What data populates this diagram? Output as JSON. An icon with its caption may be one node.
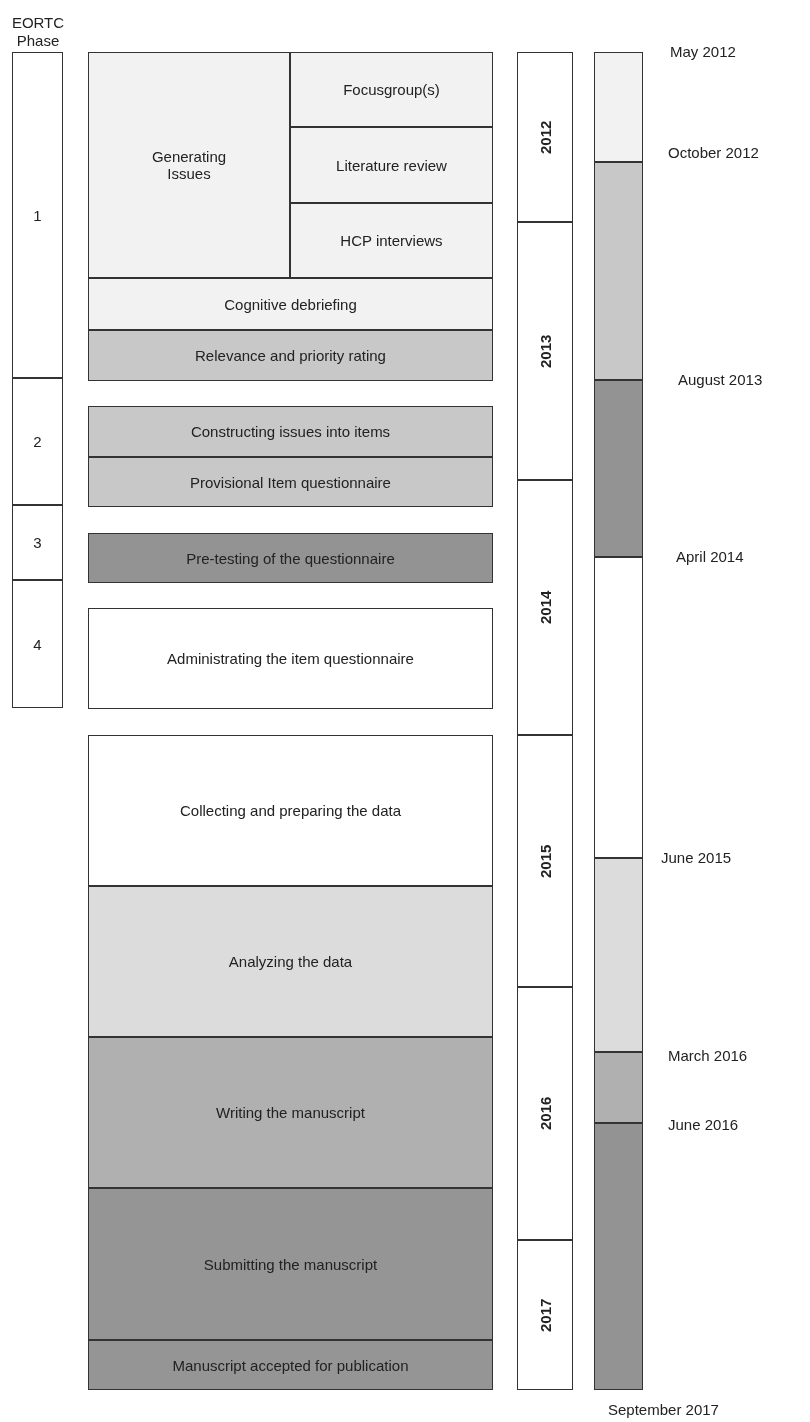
{
  "diagram": {
    "nodes": [
      {
        "text": [
          "1"
        ]
      },
      {
        "text": [
          "2"
        ]
      },
      {
        "text": [
          "3"
        ]
      },
      {
        "text": [
          "4"
        ]
      },
      {
        "text": [
          "Generating Issues"
        ]
      },
      {
        "text": [
          "Focusgroup(s)"
        ]
      },
      {
        "text": [
          "Literature review"
        ]
      },
      {
        "text": [
          "HCP interviews"
        ]
      },
      {
        "text": [
          "Cognitive debriefing"
        ]
      },
      {
        "text": [
          "Relevance and priority rating"
        ]
      },
      {
        "text": [
          "Constructing issues into items"
        ]
      },
      {
        "text": [
          "Provisional Item questionnaire"
        ]
      },
      {
        "text": [
          "Pre-testing of the questionnaire"
        ]
      },
      {
        "text": [
          "Administrating the item questionnaire"
        ]
      },
      {
        "text": [
          "Collecting and preparing the data"
        ]
      },
      {
        "text": [
          "Analyzing the data"
        ]
      },
      {
        "text": [
          "Writing the manuscript"
        ]
      },
      {
        "text": [
          "Submitting the manuscript"
        ]
      },
      {
        "text": [
          "Manuscript accepted for publication"
        ]
      },
      {
        "text": [
          "2012"
        ]
      },
      {
        "text": [
          "2013"
        ]
      },
      {
        "text": [
          "2014"
        ]
      },
      {
        "text": [
          "2015"
        ]
      },
      {
        "text": [
          "2016"
        ]
      },
      {
        "text": [
          "2017"
        ]
      },
      {
        "text": [],
        "shape": "bar"
      },
      {
        "text": [],
        "shape": "bar"
      },
      {
        "text": [],
        "shape": "bar"
      },
      {
        "text": [],
        "shape": "bar"
      },
      {
        "text": [],
        "shape": "bar"
      },
      {
        "text": [],
        "shape": "bar"
      },
      {
        "text": [],
        "shape": "bar"
      }
    ],
    "labels": [
      "EORTC Phase",
      "May 2012",
      "October 2012",
      "August 2013",
      "April 2014",
      "June 2015",
      "March 2016",
      "June 2016",
      "September 2017"
    ]
  }
}
